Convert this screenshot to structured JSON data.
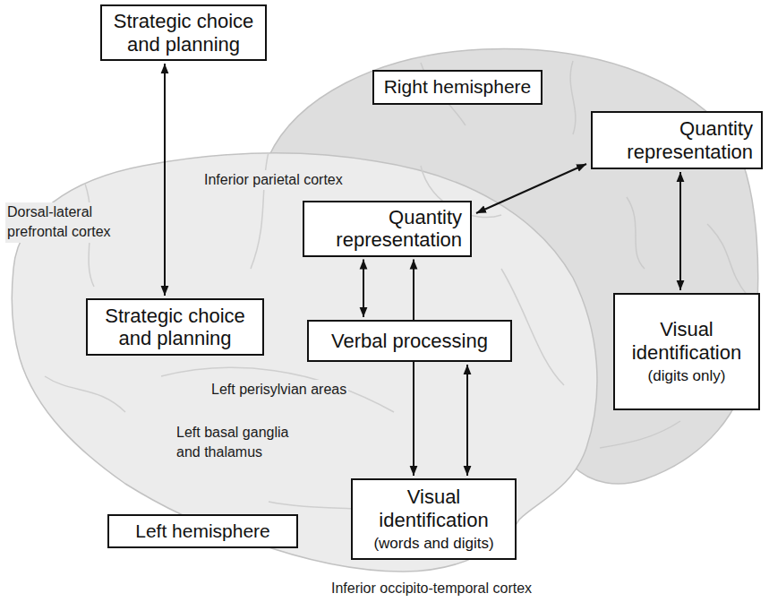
{
  "diagram": {
    "nodes": [
      {
        "text": [
          "Strategic choice and planning"
        ]
      },
      {
        "text": [
          "Right hemisphere"
        ]
      },
      {
        "text": [
          "Quantity representation"
        ]
      },
      {
        "text": [
          "Quantity representation"
        ]
      },
      {
        "text": [
          "Visual identification",
          "(digits only)"
        ]
      },
      {
        "text": [
          "Strategic choice and planning"
        ]
      },
      {
        "text": [
          "Verbal processing"
        ]
      },
      {
        "text": [
          "Visual identification",
          "(words and digits)"
        ]
      },
      {
        "text": [
          "Left hemisphere"
        ]
      }
    ],
    "edges": [
      {
        "from": 0,
        "to": 5,
        "arrow": "both"
      },
      {
        "from": 2,
        "to": 3,
        "arrow": "both"
      },
      {
        "from": 2,
        "to": 4,
        "arrow": "both"
      },
      {
        "from": 3,
        "to": 6,
        "arrow": "both"
      },
      {
        "from": 3,
        "to": 7,
        "arrow": "both"
      },
      {
        "from": 6,
        "to": 7,
        "arrow": "both"
      }
    ],
    "labels": [
      "Inferior parietal cortex",
      "Dorsal-lateral prefrontal cortex",
      "Left perisylvian areas",
      "Left basal ganglia and thalamus",
      "Inferior occipito-temporal cortex"
    ]
  }
}
